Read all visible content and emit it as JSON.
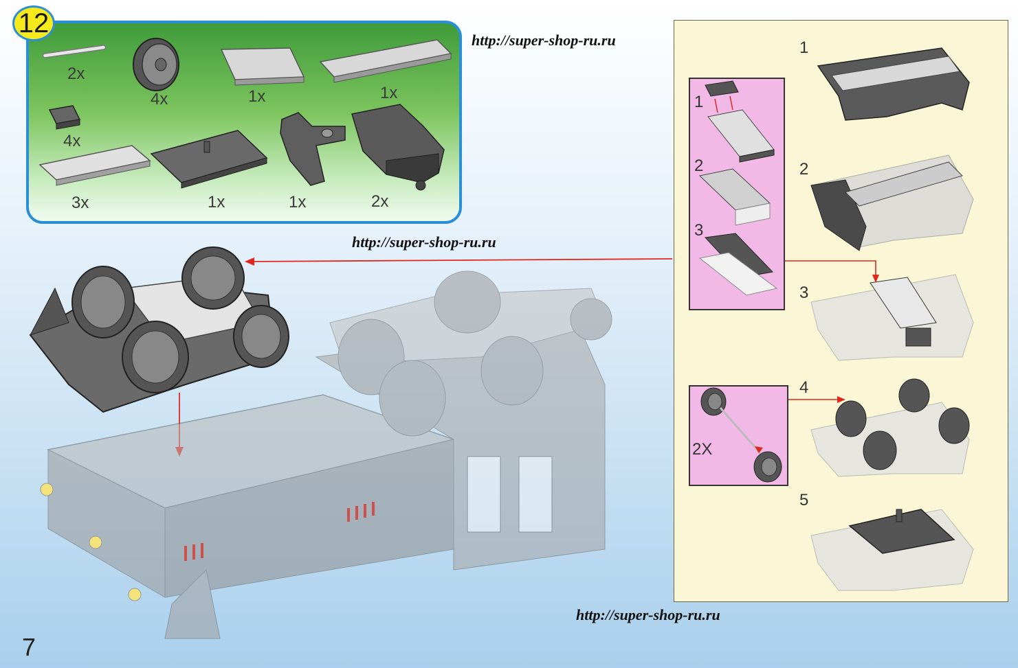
{
  "step_number": "12",
  "page_number": "7",
  "watermarks": {
    "top": "http://super-shop-ru.ru",
    "middle": "http://super-shop-ru.ru",
    "bottom": "http://super-shop-ru.ru"
  },
  "parts": [
    {
      "name": "axle-rod",
      "qty": "2x"
    },
    {
      "name": "wheel",
      "qty": "4x"
    },
    {
      "name": "plate-4x6",
      "qty": "1x"
    },
    {
      "name": "plate-2x8",
      "qty": "1x"
    },
    {
      "name": "plate-1x2",
      "qty": "4x"
    },
    {
      "name": "plate-2x6",
      "qty": "3x"
    },
    {
      "name": "flat-tile-base",
      "qty": "1x"
    },
    {
      "name": "bracket-coupler",
      "qty": "1x"
    },
    {
      "name": "bogie-side-frame",
      "qty": "2x"
    }
  ],
  "sub_assembly": {
    "steps": [
      "1",
      "2",
      "3",
      "4",
      "5"
    ],
    "inset_a_steps": [
      "1",
      "2",
      "3"
    ],
    "inset_b_qty": "2X"
  },
  "colors": {
    "panel_border": "#2a8fd6",
    "badge": "#f6ea1c",
    "arrow": "#e0281e",
    "inset_bg": "#f2b8e6",
    "sub_panel_bg": "#fbf7d6"
  }
}
